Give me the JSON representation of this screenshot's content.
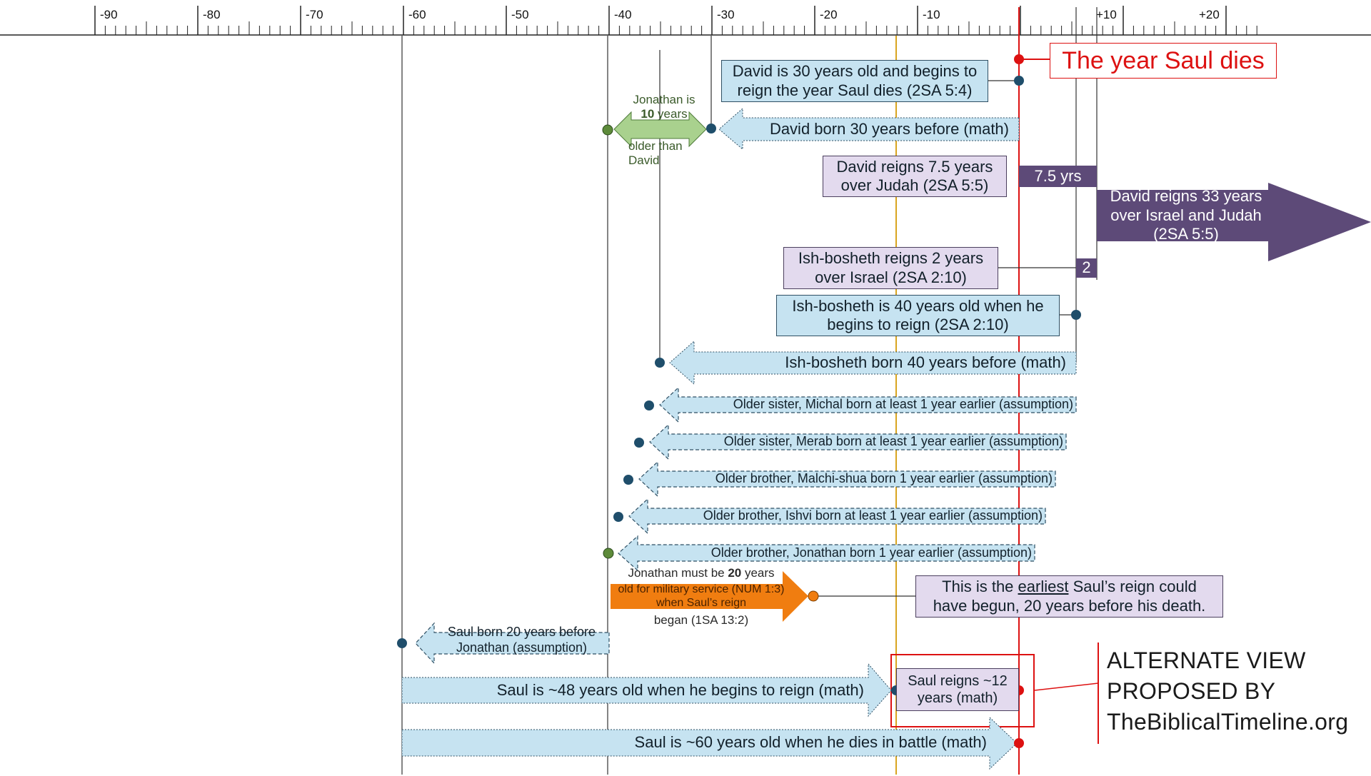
{
  "axis": {
    "ticks": [
      "-90",
      "-80",
      "-70",
      "-60",
      "-50",
      "-40",
      "-30",
      "-20",
      "-10",
      "+10",
      "+20"
    ]
  },
  "labels": {
    "saul_dies": "The year Saul dies",
    "david_30": "David is 30 years old and begins to reign the year Saul dies (2SA 5:4)",
    "david_born": "David born 30 years before (math)",
    "jonathan_is": "Jonathan is",
    "jonathan_years_bold": "10",
    "jonathan_years_rest": " years",
    "older_than_david": "older than David",
    "david_reigns_judah": "David reigns 7.5 years over Judah (2SA 5:5)",
    "david_7_5": "7.5 yrs",
    "david_33": "David reigns 33 years over Israel and Judah (2SA 5:5)",
    "ishbosheth_reigns": "Ish-bosheth reigns 2 years over Israel (2SA 2:10)",
    "ishbosheth_2": "2",
    "ishbosheth_40": "Ish-bosheth is 40 years old when he begins to reign (2SA 2:10)",
    "ishbosheth_born": "Ish-bosheth born 40 years before (math)",
    "michal": "Older sister, Michal born at least 1 year earlier (assumption)",
    "merab": "Older sister, Merab born at least 1 year earlier (assumption)",
    "malchishua": "Older brother, Malchi-shua born 1 year earlier (assumption)",
    "ishvi": "Older brother, Ishvi born at least 1 year earlier (assumption)",
    "jonathan_born": "Older brother, Jonathan born 1 year earlier (assumption)",
    "jonathan_must_a": "Jonathan must be ",
    "jonathan_must_bold": "20",
    "jonathan_must_b": " years",
    "military": "old for military service (NUM 1:3) when Saul’s reign",
    "began": "began (1SA 13:2)",
    "earliest_a": "This is the ",
    "earliest_u": "earliest",
    "earliest_b": " Saul’s reign could have begun, 20 years before his death.",
    "saul_born": "Saul born 20 years before Jonathan (assumption)",
    "saul_48": "Saul is ~48 years old when he begins to reign (math)",
    "saul_12": "Saul reigns ~12 years (math)",
    "saul_60": "Saul is ~60 years old when he dies in battle (math)"
  },
  "alternate_view": {
    "line1": "ALTERNATE VIEW",
    "line2": "PROPOSED BY",
    "line3": "TheBiblicalTimeline.org"
  },
  "colors": {
    "red": "#dd1111",
    "orange": "#f07d10",
    "gold_line": "#d9a520",
    "blue_fill": "#c6e3f1",
    "lavender_fill": "#e3daee",
    "purple": "#5d4a78",
    "green": "#a9d18e"
  }
}
